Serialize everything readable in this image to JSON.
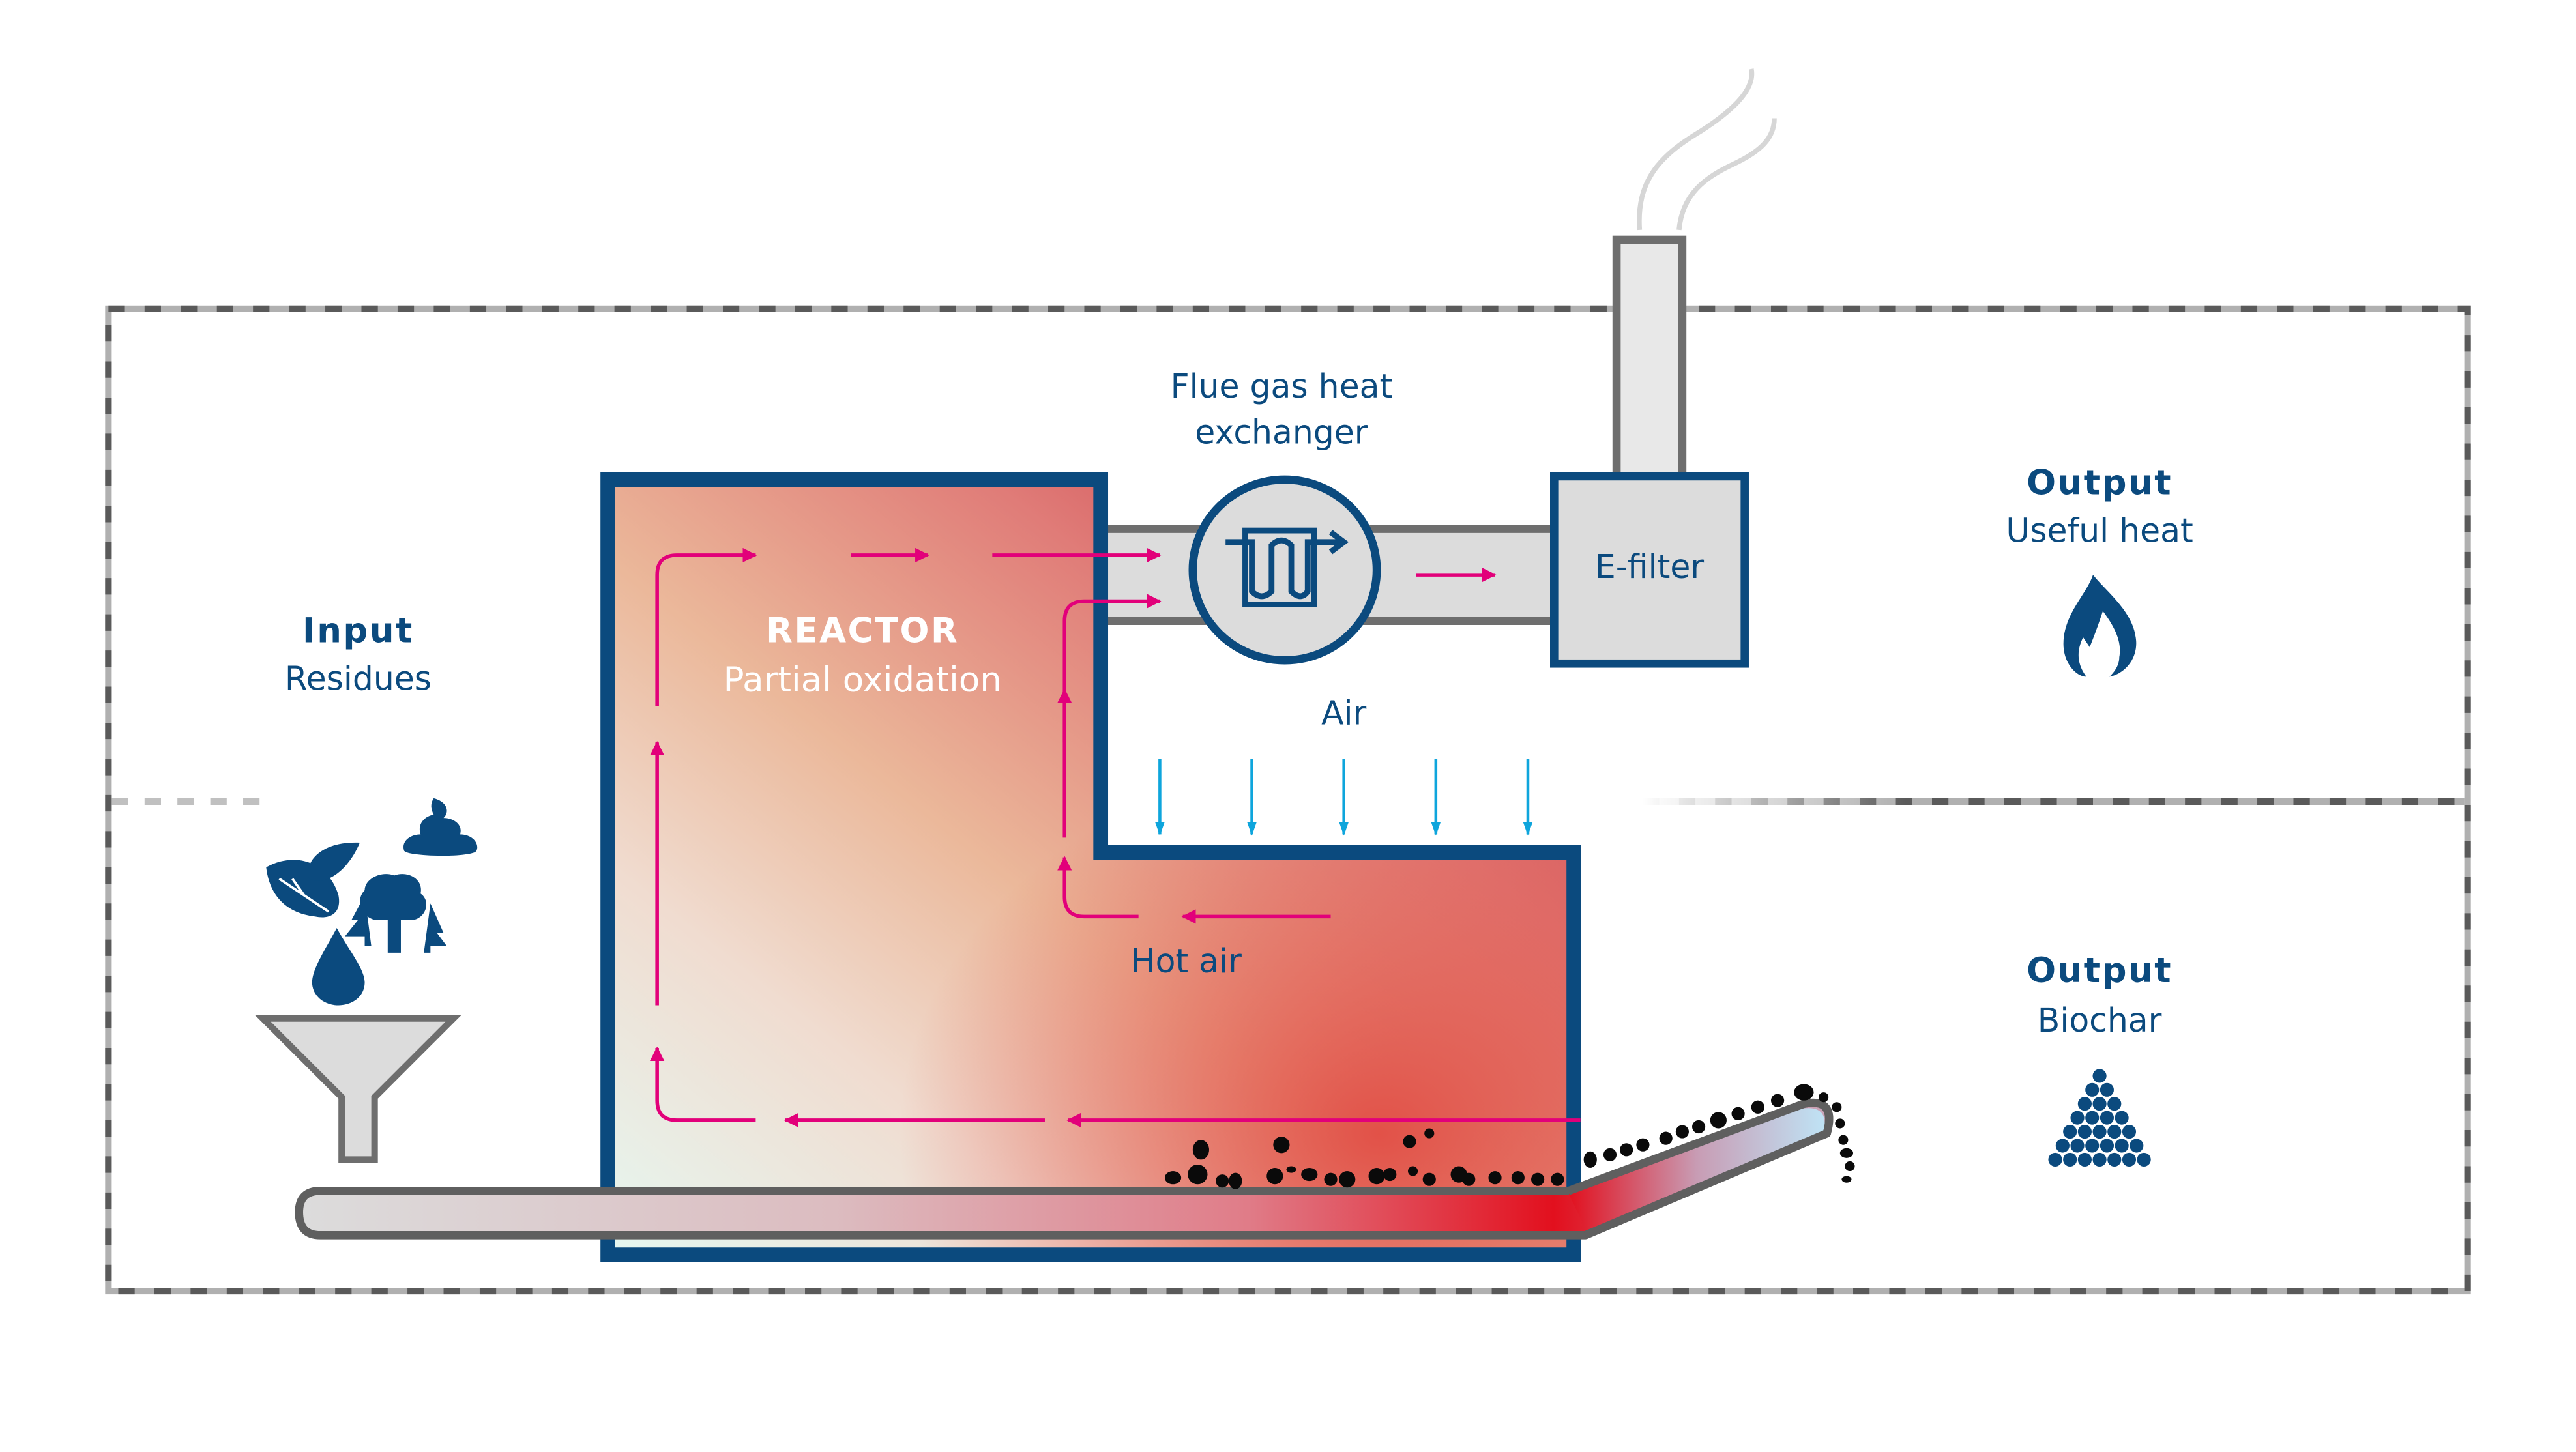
{
  "diagram": {
    "title": "Biochar production process",
    "colors": {
      "navy": "#0b4a7e",
      "magenta_flow": "#e2007a",
      "air_blue": "#0ea5dc",
      "grey_pipe": "#6e6e6e",
      "pipe_fill": "#dcdcdc",
      "char": "#0a0a0a"
    },
    "input": {
      "heading": "Input",
      "subheading": "Residues",
      "icons": [
        "leaves-icon",
        "water-drop-icon",
        "trees-icon",
        "manure-icon",
        "funnel-icon"
      ]
    },
    "reactor": {
      "heading": "REACTOR",
      "subheading": "Partial oxidation"
    },
    "heat_exchanger": {
      "label_line1": "Flue gas heat",
      "label_line2": "exchanger",
      "icon": "heat-exchanger-coil-icon"
    },
    "efilter": {
      "label": "E-filter"
    },
    "chimney": {
      "icon": "smoke-icon"
    },
    "air": {
      "label": "Air",
      "arrow_count": 5
    },
    "hot_air": {
      "label": "Hot air"
    },
    "output_heat": {
      "heading": "Output",
      "subheading": "Useful heat",
      "icon": "flame-icon"
    },
    "output_biochar": {
      "heading": "Output",
      "subheading": "Biochar",
      "icon": "biochar-pile-icon"
    }
  }
}
